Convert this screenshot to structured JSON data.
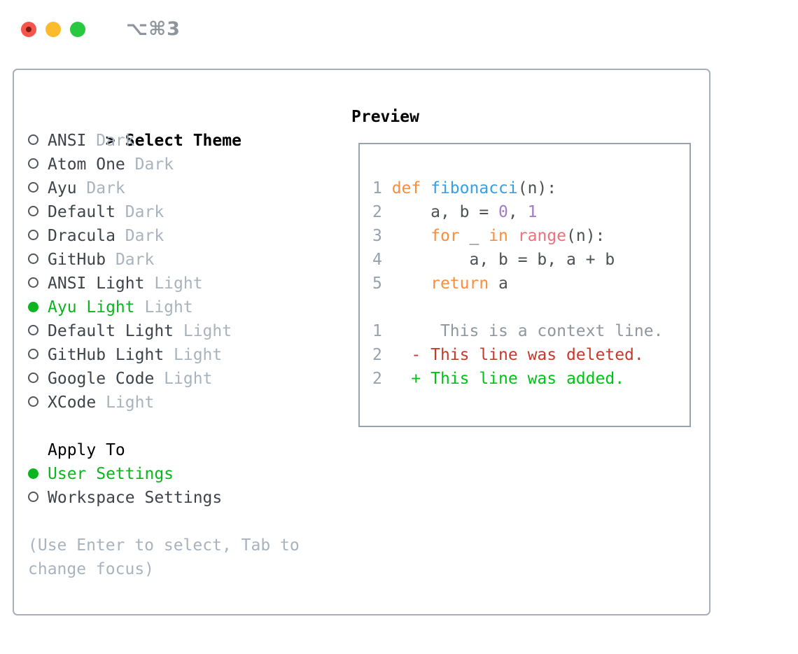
{
  "window": {
    "title": "⌥⌘3",
    "traffic_lights": [
      "close",
      "minimize",
      "zoom"
    ]
  },
  "theme_picker": {
    "header_prefix": ">",
    "header": "Select Theme",
    "items": [
      {
        "name": "ANSI",
        "variant": "Dark",
        "selected": false
      },
      {
        "name": "Atom One",
        "variant": "Dark",
        "selected": false
      },
      {
        "name": "Ayu",
        "variant": "Dark",
        "selected": false
      },
      {
        "name": "Default",
        "variant": "Dark",
        "selected": false
      },
      {
        "name": "Dracula",
        "variant": "Dark",
        "selected": false
      },
      {
        "name": "GitHub",
        "variant": "Dark",
        "selected": false
      },
      {
        "name": "ANSI Light",
        "variant": "Light",
        "selected": false
      },
      {
        "name": "Ayu Light",
        "variant": "Light",
        "selected": true
      },
      {
        "name": "Default Light",
        "variant": "Light",
        "selected": false
      },
      {
        "name": "GitHub Light",
        "variant": "Light",
        "selected": false
      },
      {
        "name": "Google Code",
        "variant": "Light",
        "selected": false
      },
      {
        "name": "XCode",
        "variant": "Light",
        "selected": false
      }
    ],
    "apply_to": {
      "header": "Apply To",
      "options": [
        {
          "label": "User Settings",
          "selected": true
        },
        {
          "label": "Workspace Settings",
          "selected": false
        }
      ]
    },
    "hint": "(Use Enter to select, Tab to change focus)"
  },
  "preview": {
    "title": "Preview",
    "code_lines": [
      {
        "num": "1",
        "tokens": [
          {
            "t": "def",
            "c": "kw"
          },
          {
            "t": " ",
            "c": "plain"
          },
          {
            "t": "fibonacci",
            "c": "fn"
          },
          {
            "t": "(n):",
            "c": "plain"
          }
        ]
      },
      {
        "num": "2",
        "tokens": [
          {
            "t": "    a, b = ",
            "c": "plain"
          },
          {
            "t": "0",
            "c": "num"
          },
          {
            "t": ", ",
            "c": "plain"
          },
          {
            "t": "1",
            "c": "num"
          }
        ]
      },
      {
        "num": "3",
        "tokens": [
          {
            "t": "    ",
            "c": "plain"
          },
          {
            "t": "for",
            "c": "kw"
          },
          {
            "t": " _ ",
            "c": "plain"
          },
          {
            "t": "in",
            "c": "kw"
          },
          {
            "t": " ",
            "c": "plain"
          },
          {
            "t": "range",
            "c": "builtin"
          },
          {
            "t": "(n):",
            "c": "plain"
          }
        ]
      },
      {
        "num": "4",
        "tokens": [
          {
            "t": "        a, b = b, a + b",
            "c": "plain"
          }
        ]
      },
      {
        "num": "5",
        "tokens": [
          {
            "t": "    ",
            "c": "plain"
          },
          {
            "t": "return",
            "c": "kw"
          },
          {
            "t": " a",
            "c": "plain"
          }
        ]
      },
      {
        "num": "",
        "tokens": []
      },
      {
        "num": "1",
        "tokens": [
          {
            "t": "     This is a context line.",
            "c": "ctx"
          }
        ]
      },
      {
        "num": "2",
        "tokens": [
          {
            "t": "  - This line was deleted.",
            "c": "del"
          }
        ]
      },
      {
        "num": "2",
        "tokens": [
          {
            "t": "  + This line was added.",
            "c": "add"
          }
        ]
      }
    ]
  },
  "colors": {
    "selection_green": "#0cb41f",
    "diff_added_green": "#00c217",
    "diff_deleted_red": "#c7392c",
    "keyword_orange": "#fa8d3e",
    "function_blue": "#399ee6",
    "number_purple": "#a37acc",
    "builtin_coral": "#f0717e",
    "muted_gray": "#a9b3bd",
    "traffic_red": "#f7544d",
    "traffic_yellow": "#fcbb2d",
    "traffic_green": "#28c840"
  }
}
